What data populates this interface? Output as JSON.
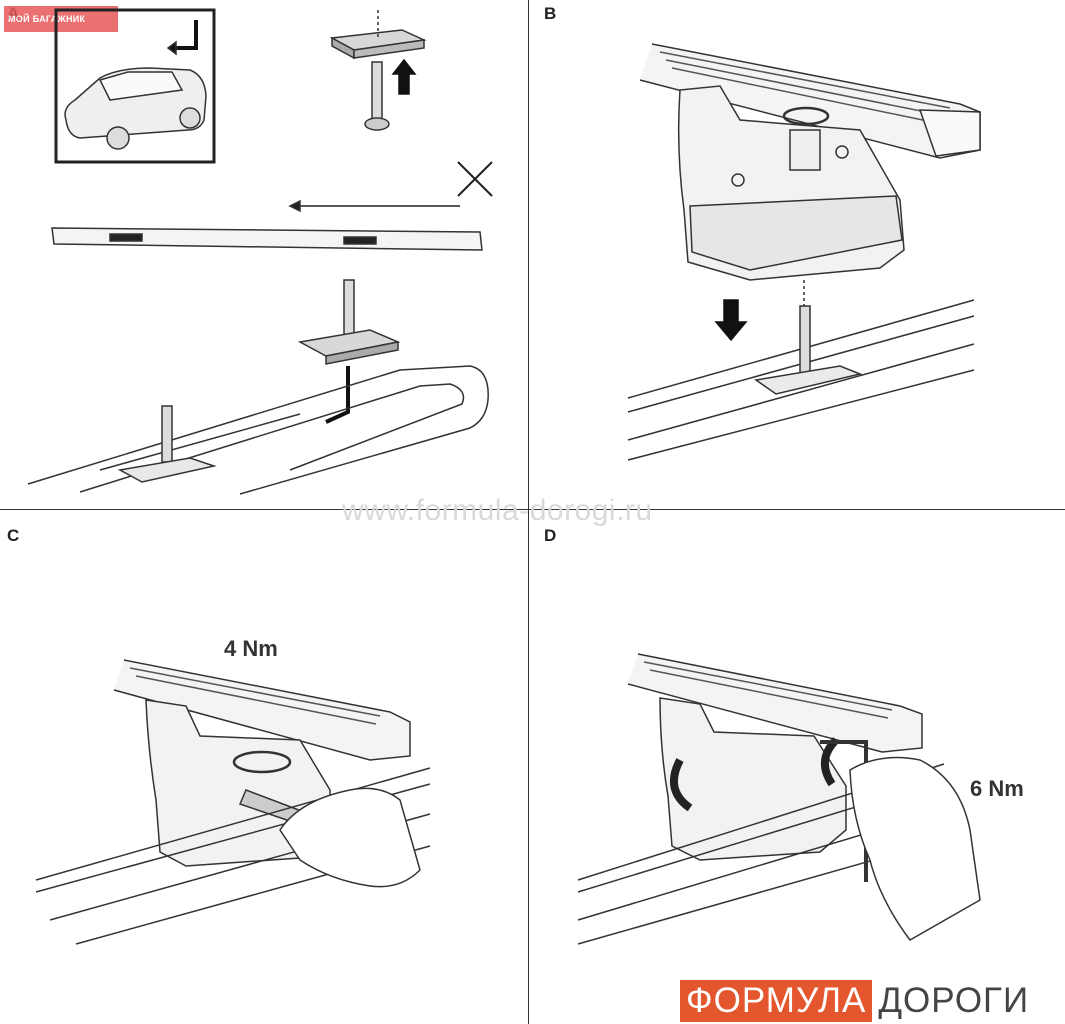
{
  "badge": {
    "text": "МОЙ БАГАЖНИК"
  },
  "panels": [
    {
      "id": "A",
      "label": "A"
    },
    {
      "id": "B",
      "label": "B"
    },
    {
      "id": "C",
      "label": "C"
    },
    {
      "id": "D",
      "label": "D"
    }
  ],
  "torque_c": "4 Nm",
  "torque_d": "6 Nm",
  "watermark": "www.formula-dorogi.ru",
  "brand": {
    "part1": "ФОРМУЛА",
    "part2": "ДОРОГИ",
    "accent": "#e4572e"
  }
}
